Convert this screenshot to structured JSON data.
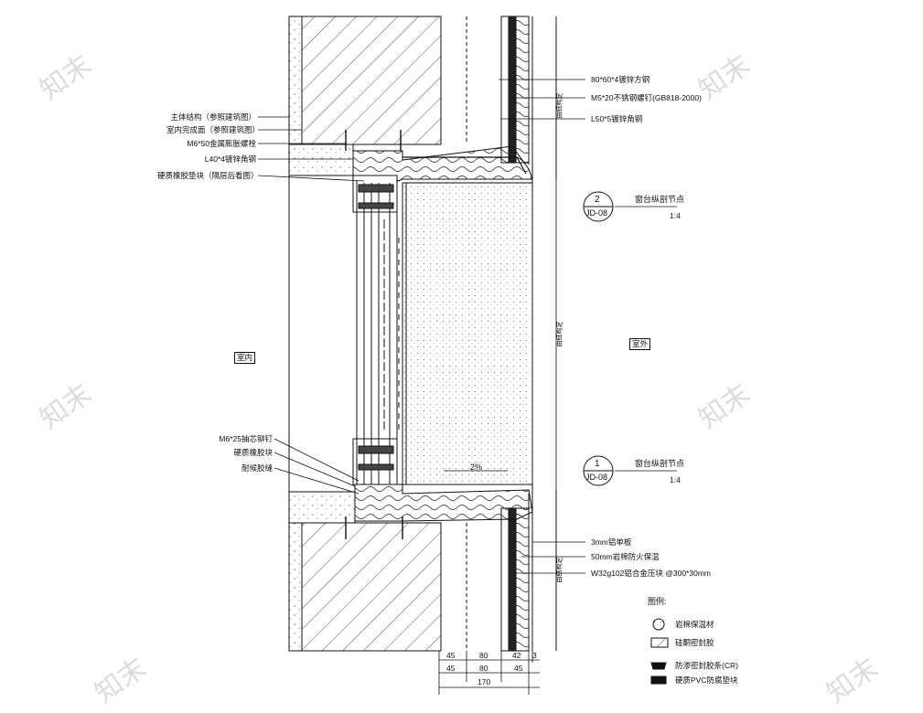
{
  "labels": {
    "left": [
      "主体结构（参照建筑图）",
      "室内完成面（参照建筑图）",
      "M6*50金属膨胀螺栓",
      "L40*4镀锌角钢",
      "硬质橡胶垫块（隔层后看图）"
    ],
    "left_bottom": [
      "M6*25抽芯铆钉",
      "硬质橡胶块",
      "耐候胶缝"
    ],
    "right_top": [
      "80*60*4镀锌方钢",
      "M5*20不锈钢螺钉(GB818-2000)",
      "L50*5镀锌角钢"
    ],
    "right_bottom": [
      "3mm铝单板",
      "50mm岩棉防火保温",
      "W32g102铝合金压块 @300*30mm"
    ],
    "indoor": "室内",
    "outdoor": "室外",
    "slope": "2%",
    "dim_vertical": [
      "由结构定",
      "由结构定",
      "由结构定"
    ]
  },
  "callouts": [
    {
      "num": "2",
      "ref": "JD-08",
      "title": "窗台纵剖节点",
      "scale": "1:4"
    },
    {
      "num": "1",
      "ref": "JD-08",
      "title": "窗台纵剖节点",
      "scale": "1:4"
    }
  ],
  "legend": {
    "title": "图例:",
    "items": [
      {
        "symbol": "rock-wool",
        "text": "岩棉保温材"
      },
      {
        "symbol": "hatch",
        "text": "硅酮密封胶"
      },
      {
        "symbol": "gasket-cr",
        "text": "防渗密封胶条(CR)"
      },
      {
        "symbol": "gasket-pvc",
        "text": "硬质PVC防腐垫块"
      }
    ]
  },
  "dimensions": {
    "row1": [
      "45",
      "80",
      "42",
      "3"
    ],
    "row2": [
      "45",
      "80",
      "45"
    ],
    "total": "170"
  },
  "watermark": "知末"
}
